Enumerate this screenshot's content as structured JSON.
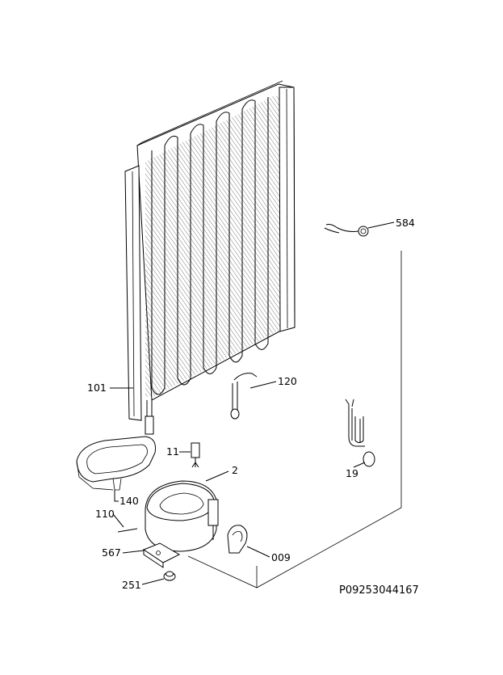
{
  "labels": {
    "l584": "584",
    "l120": "120",
    "l101": "101",
    "l11": "11",
    "l19": "19",
    "l2": "2",
    "l140": "140",
    "l110": "110",
    "l567": "567",
    "l009": "009",
    "l251": "251"
  },
  "drawing_code": "P09253044167"
}
